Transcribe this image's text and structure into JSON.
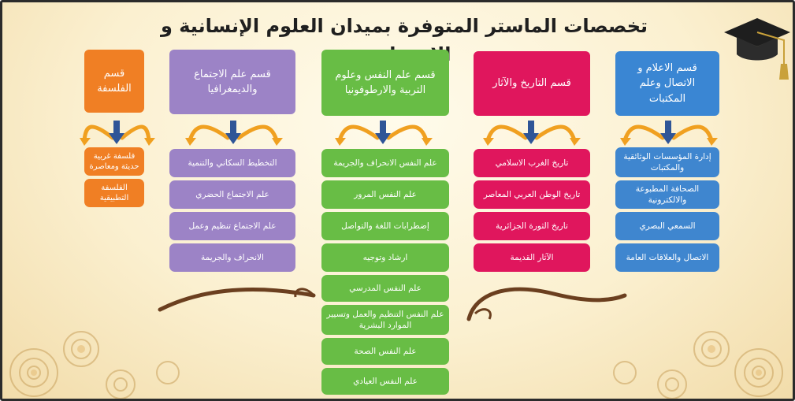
{
  "title": "تخصصات الماستر المتوفرة بميدان العلوم الإنسانية و الاجتماعية",
  "colors": {
    "philosophy": "#f07f24",
    "sociology": "#9c83c6",
    "psychology": "#68bd45",
    "history": "#e0165d",
    "media": "#3f86cf",
    "arrow_blue": "#2f5597",
    "arrow_orange": "#f0a020"
  },
  "icons": {
    "cap": "graduation-cap-icon"
  },
  "departments": [
    {
      "name": "قسم الاعلام و الاتصال وعلم المكتبات",
      "items": [
        "إدارة المؤسسات الوثائقية والمكتبات",
        "الصحافة المطبوعة والالكترونية",
        "السمعي البصري",
        "الاتصال والعلاقات العامة"
      ]
    },
    {
      "name": "قسم التاريخ والآثار",
      "items": [
        "تاريخ الغرب الاسلامي",
        "تاريخ الوطن العربي المعاصر",
        "تاريخ الثورة الجزائرية",
        "الآثار القديمة"
      ]
    },
    {
      "name": "قسم علم النفس وعلوم التربية والارطوفونيا",
      "items": [
        "علم النفس الانحراف والجريمة",
        "علم النفس المرور",
        "إضطرابات اللغة والتواصل",
        "ارشاد وتوجيه",
        "علم النفس المدرسي",
        "علم النفس التنظيم والعمل وتسيير الموارد البشرية",
        "علم النفس الصحة",
        "علم النفس العيادي"
      ]
    },
    {
      "name": "قسم علم الاجتماع والديمغرافيا",
      "items": [
        "التخطيط السكاني والتنمية",
        "علم الاجتماع الحضري",
        "علم الاجتماع تنظيم وعمل",
        "الانحراف والجريمة"
      ]
    },
    {
      "name": "قسم الفلسفة",
      "items": [
        "فلسفة غربية حديثة ومعاصرة",
        "الفلسفة التطبيقية"
      ]
    }
  ]
}
